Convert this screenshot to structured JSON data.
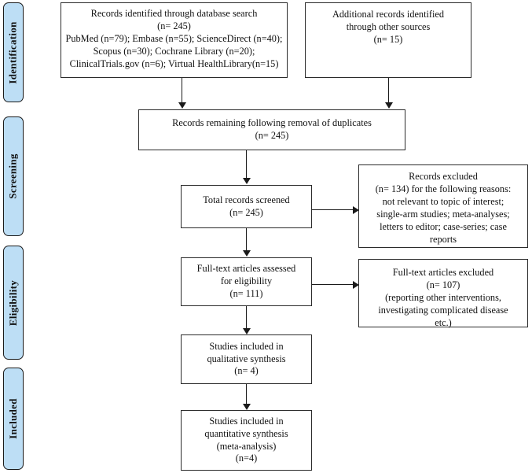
{
  "diagram": {
    "title": "PRISMA flow diagram",
    "type": "prisma-flowchart",
    "colors": {
      "stage_fill": "#bddef5",
      "stage_border": "#1a1a1a",
      "box_fill": "#ffffff",
      "box_border": "#2b2b2b",
      "connector": "#1a1a1a",
      "text": "#111111",
      "background": "#ffffff"
    }
  },
  "stages": [
    {
      "id": "identification",
      "label": "Identification"
    },
    {
      "id": "screening",
      "label": "Screening"
    },
    {
      "id": "eligibility",
      "label": "Eligibility"
    },
    {
      "id": "included",
      "label": "Included"
    }
  ],
  "boxes": {
    "database_search": {
      "id": "database-search",
      "text": "Records identified through database search\n(n= 245)\nPubMed (n=79); Embase (n=55); ScienceDirect (n=40);\nScopus (n=30); Cochrane Library (n=20);\nClinicalTrials.gov (n=6); Virtual HealthLibrary(n=15)",
      "n": 245,
      "sources": [
        {
          "name": "PubMed",
          "n": 79
        },
        {
          "name": "Embase",
          "n": 55
        },
        {
          "name": "ScienceDirect",
          "n": 40
        },
        {
          "name": "Scopus",
          "n": 30
        },
        {
          "name": "Cochrane Library",
          "n": 20
        },
        {
          "name": "ClinicalTrials.gov",
          "n": 6
        },
        {
          "name": "Virtual HealthLibrary",
          "n": 15
        }
      ]
    },
    "other_sources": {
      "id": "other-sources",
      "text": "Additional records identified\nthrough other sources\n(n= 15)",
      "n": 15
    },
    "duplicates_removed": {
      "id": "duplicates-removed",
      "text": "Records remaining following removal of duplicates\n(n= 245)",
      "n": 245
    },
    "records_screened": {
      "id": "records-screened",
      "text": "Total records screened\n(n= 245)",
      "n": 245
    },
    "records_excluded": {
      "id": "records-excluded",
      "text": "Records excluded\n(n= 134) for the following reasons:\nnot relevant to topic of interest;\nsingle-arm studies; meta-analyses;\nletters to editor; case-series; case\nreports",
      "n": 134
    },
    "fulltext_assessed": {
      "id": "fulltext-assessed",
      "text": "Full-text articles assessed\nfor eligibility\n(n= 111)",
      "n": 111
    },
    "fulltext_excluded": {
      "id": "fulltext-excluded",
      "text": "Full-text articles excluded\n(n= 107)\n(reporting other interventions,\ninvestigating complicated disease\netc.)",
      "n": 107
    },
    "qualitative_synthesis": {
      "id": "qualitative-synthesis",
      "text": "Studies included in\nqualitative synthesis\n(n= 4)",
      "n": 4
    },
    "quantitative_synthesis": {
      "id": "quantitative-synthesis",
      "text": "Studies included in\nquantitative synthesis\n(meta-analysis)\n(n=4)",
      "n": 4
    }
  }
}
